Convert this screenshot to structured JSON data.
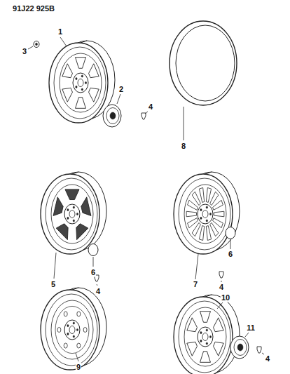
{
  "diagram": {
    "labels": [
      "91J22 925B",
      "1",
      "3",
      "2",
      "4",
      "8",
      "5",
      "6",
      "4",
      "7",
      "6",
      "4",
      "10",
      "11",
      "4",
      "9"
    ]
  }
}
